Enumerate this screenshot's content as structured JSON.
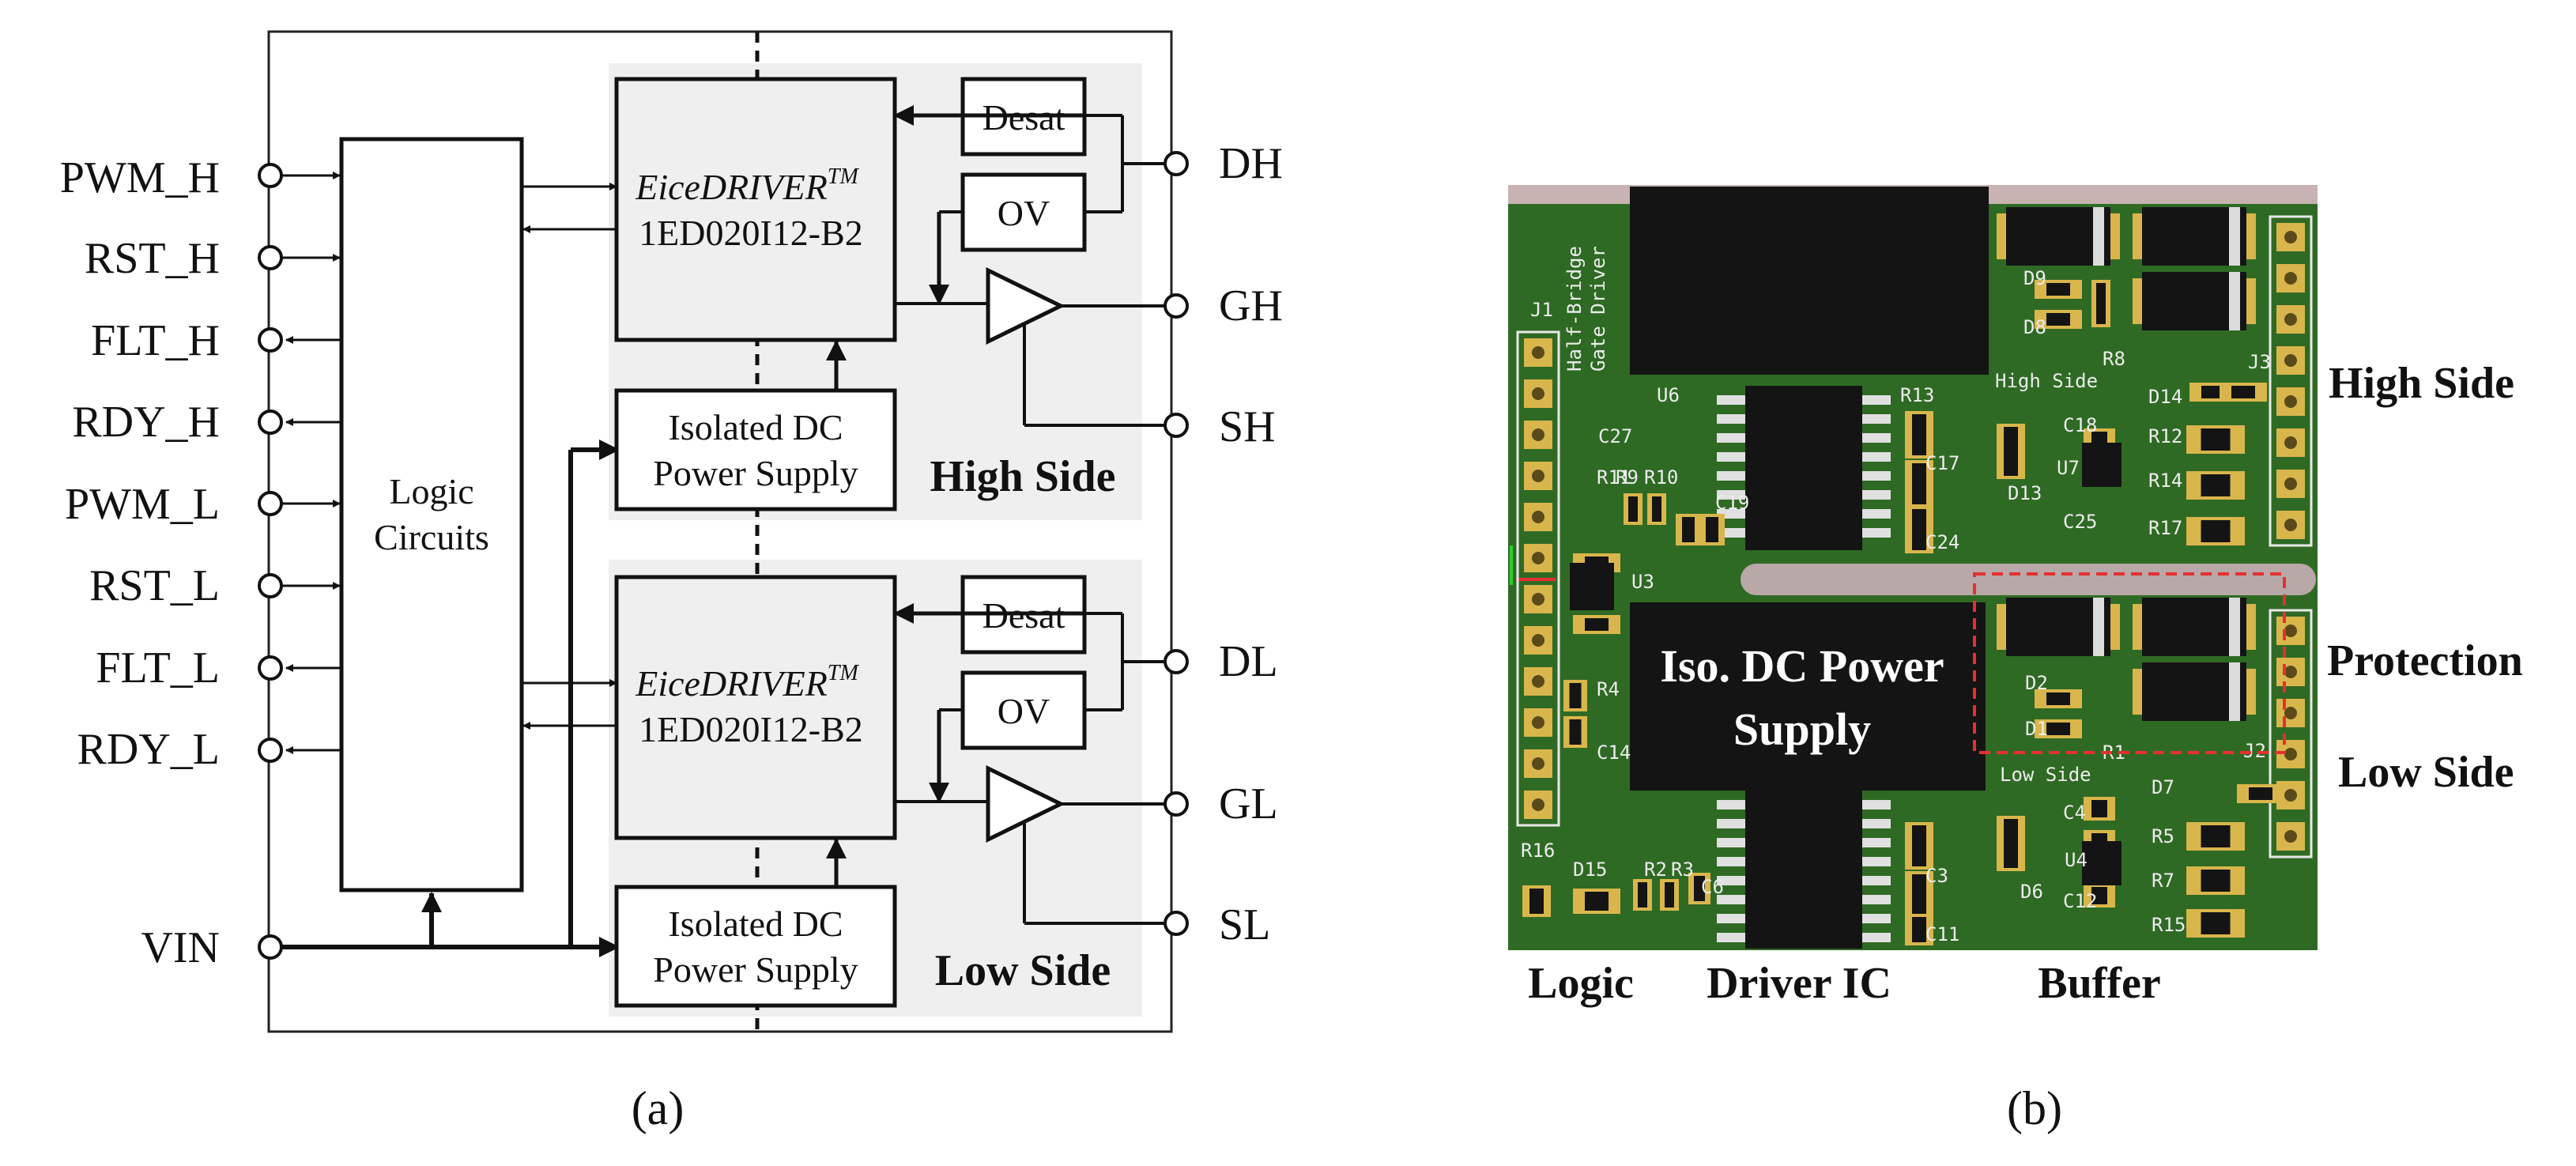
{
  "panel_a": {
    "caption": "(a)",
    "left_pins": [
      "PWM_H",
      "RST_H",
      "FLT_H",
      "RDY_H",
      "PWM_L",
      "RST_L",
      "FLT_L",
      "RDY_L"
    ],
    "vin": "VIN",
    "logic": [
      "Logic",
      "Circuits"
    ],
    "driver_name": "EiceDRIVER",
    "driver_tm": "TM",
    "driver_part": "1ED020I12-B2",
    "desat": "Desat",
    "ov": "OV",
    "iso": [
      "Isolated DC",
      "Power Supply"
    ],
    "high_side": "High Side",
    "low_side": "Low Side",
    "right_pins_high": [
      "DH",
      "GH",
      "SH"
    ],
    "right_pins_low": [
      "DL",
      "GL",
      "SL"
    ]
  },
  "panel_b": {
    "caption": "(b)",
    "labels": {
      "high_side": "High Side",
      "protection": "Protection",
      "low_side": "Low Side",
      "logic": "Logic",
      "driver_ic": "Driver IC",
      "buffer": "Buffer",
      "iso": [
        "Iso. DC Power",
        "Supply"
      ]
    },
    "silk": {
      "board_title": [
        "Half-Bridge",
        "Gate Driver"
      ],
      "high_side": "High Side",
      "low_side": "Low Side",
      "refs": [
        "J1",
        "J2",
        "J3",
        "U3",
        "U4",
        "U6",
        "U7",
        "D1",
        "D2",
        "D6",
        "D7",
        "D8",
        "D9",
        "D13",
        "D14",
        "D15",
        "R1",
        "R2",
        "R3",
        "R4",
        "R5",
        "R7",
        "R8",
        "R9",
        "R10",
        "R11",
        "R12",
        "R13",
        "R14",
        "R15",
        "R16",
        "R17",
        "C3",
        "C4",
        "C6",
        "C11",
        "C12",
        "C14",
        "C17",
        "C18",
        "C19",
        "C24",
        "C25",
        "C27"
      ]
    },
    "colors": {
      "pcb": "#2f6a24",
      "pcb_dark": "#1f4c18",
      "ic": "#141414",
      "pad": "#d9b64c",
      "slot": "#b8a8a8",
      "marker": "#e53030"
    }
  }
}
